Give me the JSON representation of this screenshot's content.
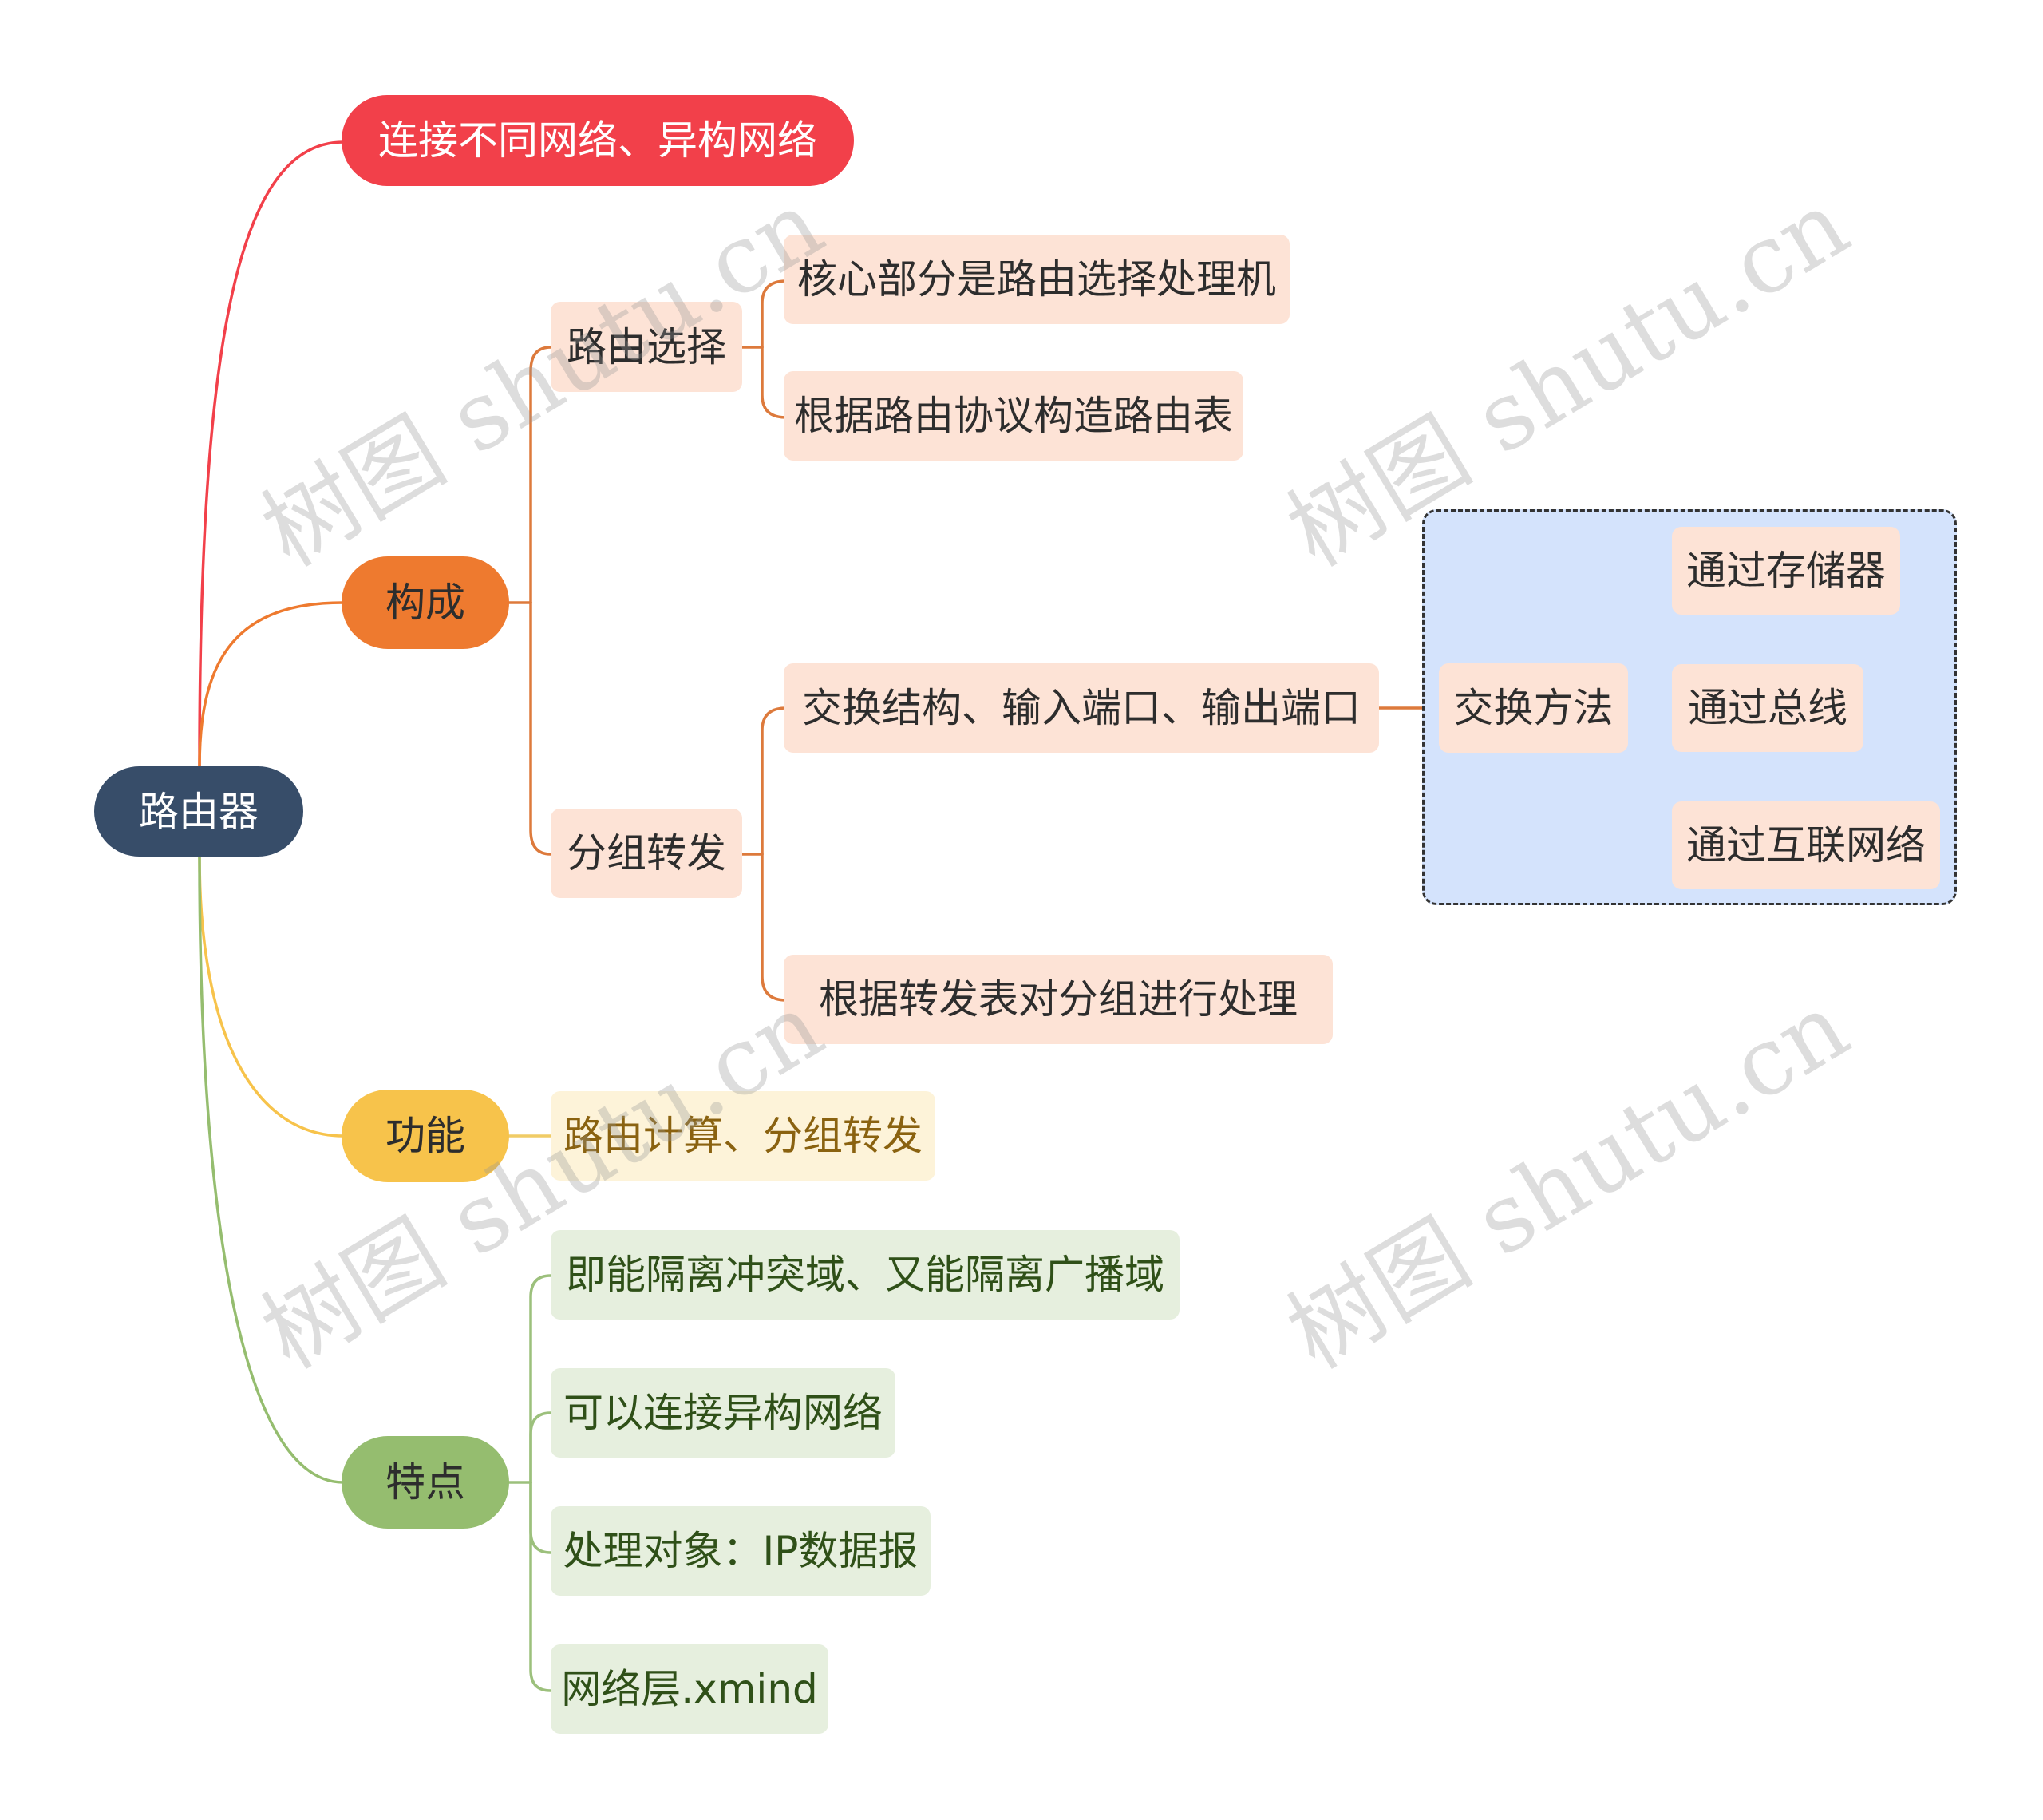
{
  "root": {
    "label": "路由器"
  },
  "colors": {
    "root": "#374d69",
    "red": "#f2404a",
    "orange": "#ee7a2f",
    "yellow": "#f7c34b",
    "green": "#95bd6f",
    "peach": "#fde3d6",
    "cream": "#fdf3d9",
    "mint": "#e6efde",
    "group": "#d4e3fc"
  },
  "branches": {
    "connect": {
      "label": "连接不同网络、异构网络"
    },
    "composition": {
      "label": "构成",
      "routing": {
        "label": "路由选择",
        "items": [
          "核心部分是路由选择处理机",
          "根据路由协议构造路由表"
        ]
      },
      "forwarding": {
        "label": "分组转发",
        "structure": "交换结构、输入端口、输出端口",
        "process": "根据转发表对分组进行处理",
        "switching": {
          "label": "交换方法",
          "items": [
            "通过存储器",
            "通过总线",
            "通过互联网络"
          ]
        }
      }
    },
    "function": {
      "label": "功能",
      "item": "路由计算、分组转发"
    },
    "features": {
      "label": "特点",
      "items": [
        "即能隔离冲突域、又能隔离广播域",
        "可以连接异构网络",
        "处理对象：IP数据报",
        "网络层.xmind"
      ]
    }
  },
  "watermark": {
    "text": "树图 shutu.cn"
  }
}
